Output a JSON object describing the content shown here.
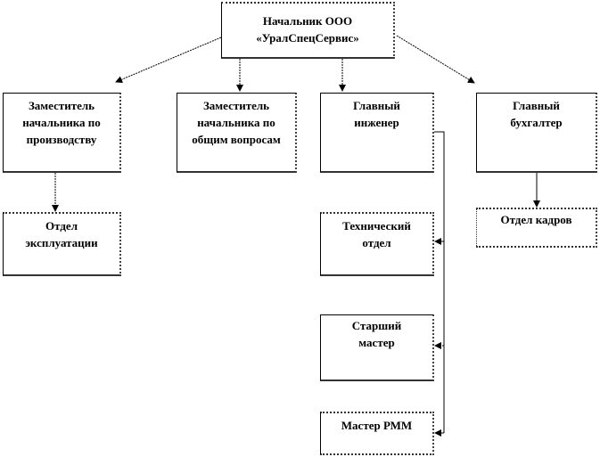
{
  "diagram": {
    "nodes": [
      {
        "id": "head",
        "lines": [
          "Начальник ООО",
          "«УралСпецСервис»"
        ]
      },
      {
        "id": "deputy-production",
        "lines": [
          "Заместитель",
          "начальника по",
          "производству"
        ]
      },
      {
        "id": "deputy-general",
        "lines": [
          "Заместитель",
          "начальника по",
          "общим вопросам"
        ]
      },
      {
        "id": "chief-engineer",
        "lines": [
          "Главный",
          "инженер"
        ]
      },
      {
        "id": "chief-accountant",
        "lines": [
          "Главный",
          "бухгалтер"
        ]
      },
      {
        "id": "operations-dept",
        "lines": [
          "Отдел",
          "эксплуатации"
        ]
      },
      {
        "id": "technical-dept",
        "lines": [
          "Технический",
          "отдел"
        ]
      },
      {
        "id": "senior-master",
        "lines": [
          "Старший",
          "мастер"
        ]
      },
      {
        "id": "master-rmm",
        "lines": [
          "Мастер РММ"
        ]
      },
      {
        "id": "hr-dept",
        "lines": [
          "Отдел кадров"
        ]
      }
    ],
    "edges": [
      {
        "from": "head",
        "to": "deputy-production",
        "style": "dashed"
      },
      {
        "from": "head",
        "to": "deputy-general",
        "style": "dashed"
      },
      {
        "from": "head",
        "to": "chief-engineer",
        "style": "dashed"
      },
      {
        "from": "head",
        "to": "chief-accountant",
        "style": "dashed"
      },
      {
        "from": "deputy-production",
        "to": "operations-dept",
        "style": "dashed"
      },
      {
        "from": "chief-engineer",
        "to": "technical-dept",
        "style": "solid"
      },
      {
        "from": "chief-engineer",
        "to": "senior-master",
        "style": "solid"
      },
      {
        "from": "chief-engineer",
        "to": "master-rmm",
        "style": "solid"
      },
      {
        "from": "chief-accountant",
        "to": "hr-dept",
        "style": "solid"
      }
    ]
  }
}
